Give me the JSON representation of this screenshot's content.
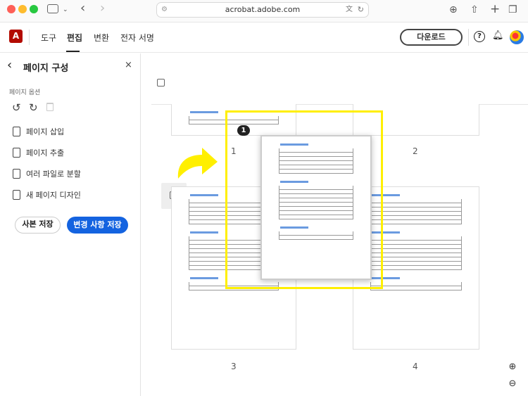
{
  "browser": {
    "url": "acrobat.adobe.com"
  },
  "app": {
    "logo": "A",
    "nav": [
      {
        "label": "도구"
      },
      {
        "label": "편집"
      },
      {
        "label": "변환"
      },
      {
        "label": "전자 서명"
      }
    ],
    "active_nav": "편집",
    "download_label": "다운로드"
  },
  "sidebar": {
    "title": "페이지 구성",
    "section_label": "페이지 옵션",
    "items": [
      {
        "label": "페이지 삽입"
      },
      {
        "label": "페이지 추출"
      },
      {
        "label": "여러 파일로 분할"
      },
      {
        "label": "새 페이지 디자인"
      }
    ],
    "save_copy_label": "사본 저장",
    "save_changes_label": "변경 사항 저장"
  },
  "pages": [
    {
      "number": "1"
    },
    {
      "number": "2"
    },
    {
      "number": "3"
    },
    {
      "number": "4"
    }
  ],
  "drag": {
    "badge": "1",
    "highlight_color": "#ffef00"
  },
  "colors": {
    "accent": "#1463e0",
    "brand": "#b30b00"
  }
}
